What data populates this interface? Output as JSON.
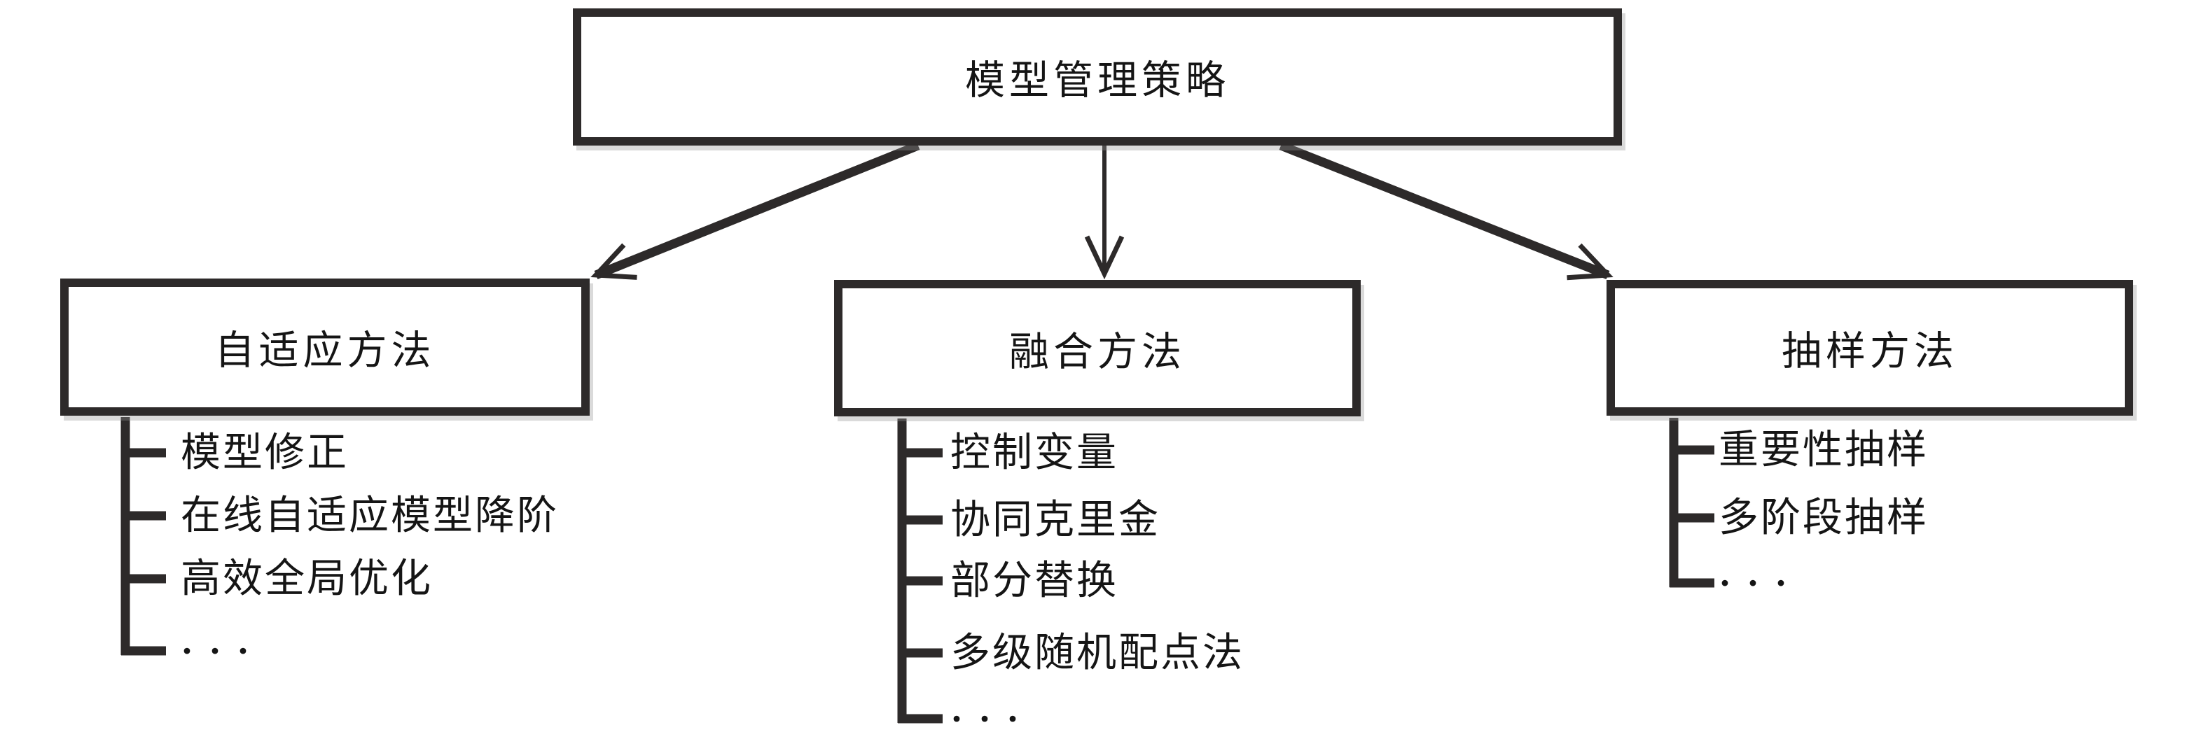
{
  "root": {
    "label": "模型管理策略"
  },
  "branches": [
    {
      "label": "自适应方法",
      "items": [
        "模型修正",
        "在线自适应模型降阶",
        "高效全局优化",
        "···"
      ]
    },
    {
      "label": "融合方法",
      "items": [
        "控制变量",
        "协同克里金",
        "部分替换",
        "多级随机配点法",
        "···"
      ]
    },
    {
      "label": "抽样方法",
      "items": [
        "重要性抽样",
        "多阶段抽样",
        "···"
      ]
    }
  ],
  "colors": {
    "line": "#2d2a2a",
    "text": "#151515",
    "background": "#ffffff"
  }
}
